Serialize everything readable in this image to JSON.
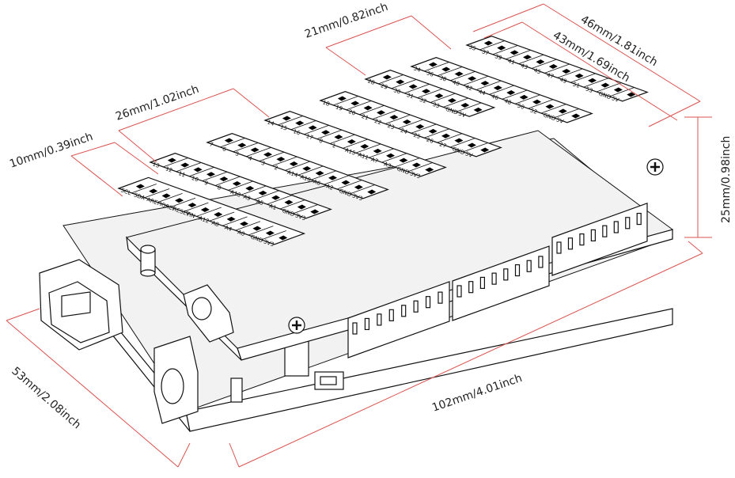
{
  "dimensions": {
    "overall_length": "102mm/4.01inch",
    "overall_width": "53mm/2.08inch",
    "height": "25mm/0.98inch",
    "block_10": "10mm/0.39inch",
    "block_26": "26mm/1.02inch",
    "block_21": "21mm/0.82inch",
    "block_46": "46mm/1.81inch",
    "block_43": "43mm/1.69inch"
  },
  "blocks": {
    "power_top": [
      "SCL",
      "SDA",
      "AREF",
      "IOREF",
      "RESET",
      "VIN",
      "A12",
      "A8",
      "A4",
      "A0",
      "GND",
      "3V3"
    ],
    "digital_low": [
      "13",
      "12",
      "11",
      "10",
      "9",
      "8",
      "A13",
      "A9",
      "A5",
      "A1",
      "GND",
      "3V3"
    ],
    "digital_mid": [
      "7",
      "6",
      "5",
      "4",
      "3",
      "2",
      "A14",
      "A10",
      "A6",
      "A2",
      "GND",
      "3V3"
    ],
    "digital_high": [
      "14",
      "15",
      "16",
      "17",
      "0",
      "1",
      "A15",
      "A11",
      "A7",
      "A3",
      "GND",
      "3V3"
    ],
    "digital_20s": [
      "18",
      "19",
      "20",
      "21",
      "22",
      "23",
      "24",
      "25",
      "26",
      "27",
      "GND",
      "5V"
    ],
    "digital_28s": [
      "28",
      "29",
      "30",
      "31",
      "32",
      "33",
      "GND",
      "5V"
    ],
    "digital_34s": [
      "34",
      "36",
      "38",
      "40",
      "42",
      "44",
      "46",
      "48",
      "50",
      "52",
      "GND",
      "5V"
    ],
    "digital_35s": [
      "35",
      "37",
      "39",
      "41",
      "43",
      "45",
      "47",
      "49",
      "51",
      "53",
      "GND",
      "5V"
    ]
  }
}
